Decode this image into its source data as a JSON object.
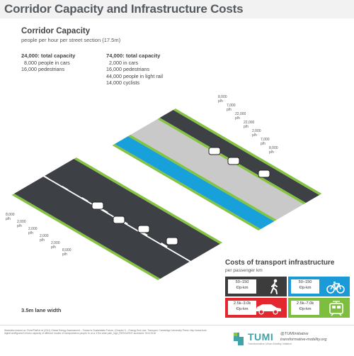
{
  "title": "Corridor Capacity and Infrastructure Costs",
  "capacity": {
    "title": "Corridor Capacity",
    "subtitle": "people per hour per street section (17.5m)",
    "left": {
      "total": "24,000: total capacity",
      "lines": [
        "8,000 people in cars",
        "16,000 pedestrians"
      ]
    },
    "right": {
      "total": "74,000: total capacity",
      "lines": [
        "2,000 in cars",
        "16,000 pedestrians",
        "44,000 people in light rail",
        "14,000 cyclists"
      ]
    }
  },
  "right_street_labels": [
    "8,000\np/h",
    "7,000\np/h",
    "22,000\np/h",
    "22,000\np/h",
    "2,000\np/h",
    "7,000\np/h",
    "8,000\np/h"
  ],
  "left_street_labels": [
    "8,000\np/h",
    "2,000\np/h",
    "2,000\np/h",
    "2,000\np/h",
    "2,000\np/h",
    "8,000\np/h"
  ],
  "lane_width": "3.5m lane width",
  "costs": {
    "title": "Costs of transport infrastructure",
    "subtitle": "per passenger km",
    "tiles": [
      {
        "value": "50–150",
        "unit": "€/p-km",
        "mode": "walking-icon",
        "color": "#3c3c3c"
      },
      {
        "value": "50–150",
        "unit": "€/p-km",
        "mode": "bicycle-icon",
        "color": "#1a9ad6"
      },
      {
        "value": "2.5k–3.0k",
        "unit": "€/p-km",
        "mode": "car-icon",
        "color": "#e4262f"
      },
      {
        "value": "2.5k–7.0k",
        "unit": "€/p-km",
        "mode": "tram-icon",
        "color": "#7dbe3f"
      }
    ]
  },
  "credit": "Illustration based on: Rohr/Pfaff et al (2011) Global Energy Assessment – Toward a Sustainable Future, (Chapter 9 – Energy End-Use: Transport. Cambridge University Press. http://www.tumi-digital.net/figures/Corridor capacity of different modes of transportation people hr on a 3.5m wide path_high_RESOURCE accessed: 30.8.2018",
  "tumi": {
    "word": "TUMI",
    "tagline": "Transformative Urban Mobility Initiative",
    "handle": "@TUMIinitiative",
    "site": "transformative-mobility.org"
  },
  "colors": {
    "asphalt": "#3d4145",
    "grey_lane": "#c9c9c9",
    "bike_lane": "#18a0da",
    "green": "#85c340",
    "curb": "#ffffff"
  }
}
